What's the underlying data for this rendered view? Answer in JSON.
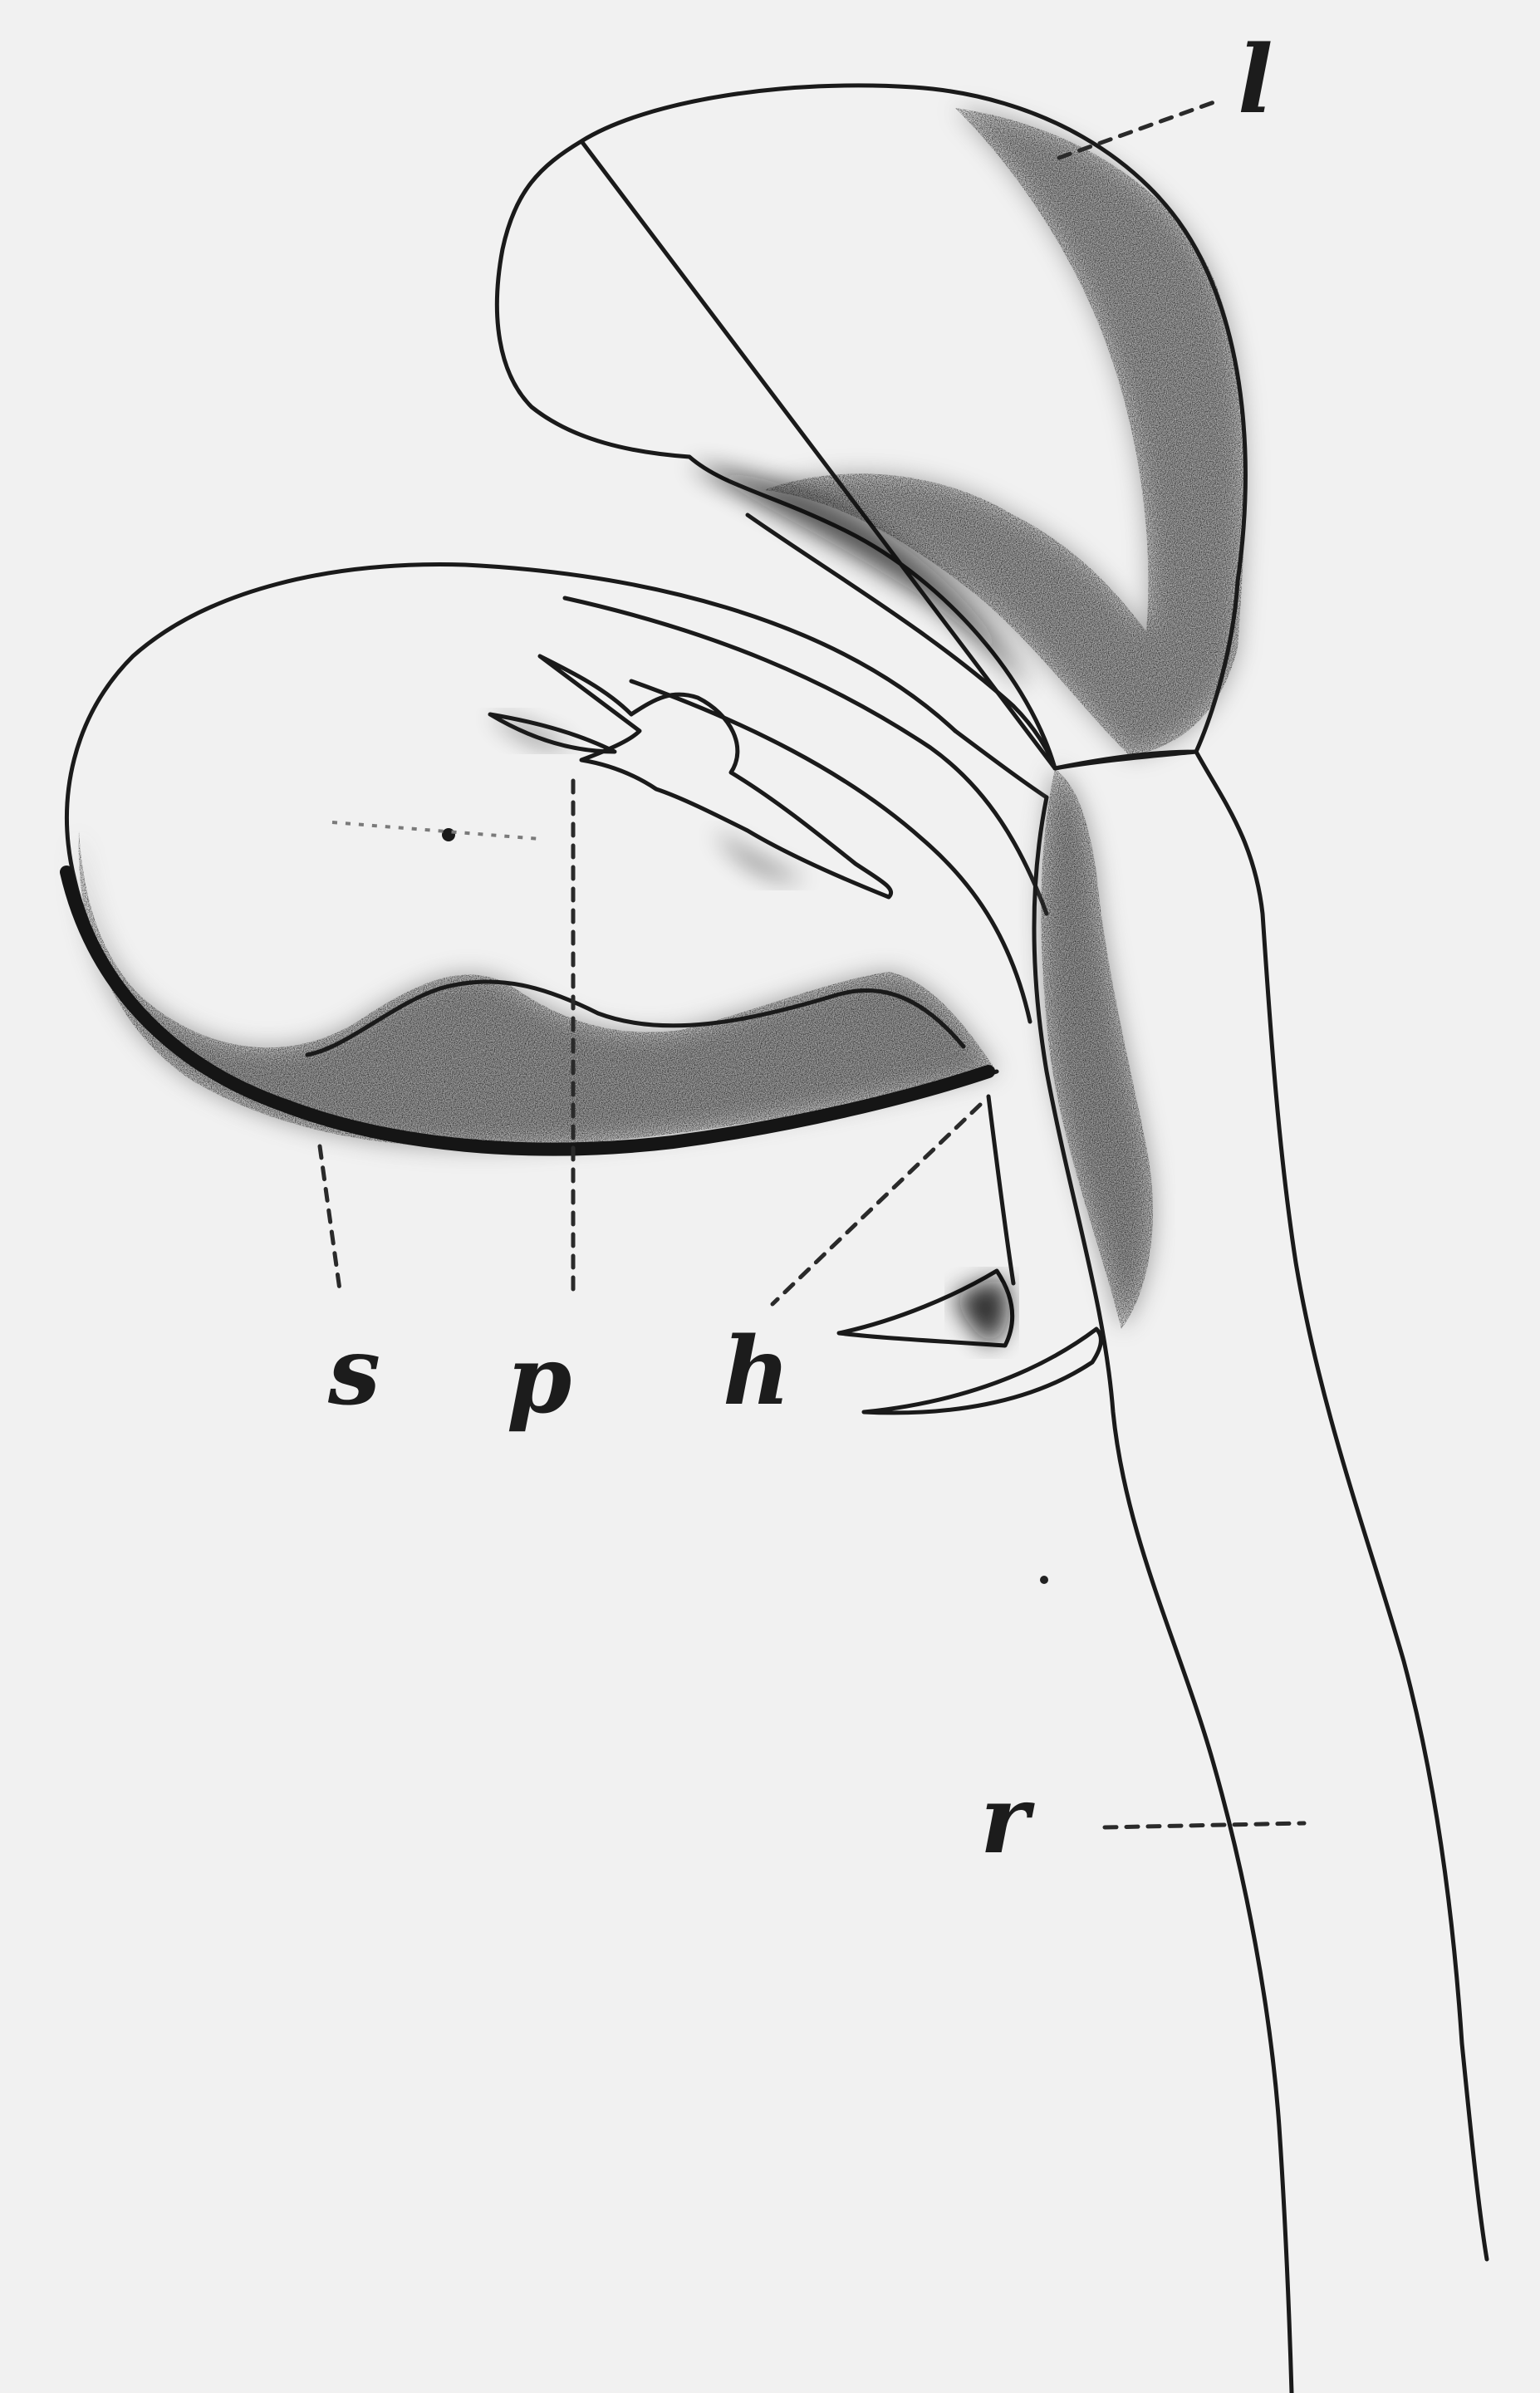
{
  "figure": {
    "background_color": "#f1f1f1",
    "ink_color": "#1a1a1a",
    "labels": {
      "l": "l",
      "s": "s",
      "p": "p",
      "h": "h",
      "r": "r"
    }
  }
}
